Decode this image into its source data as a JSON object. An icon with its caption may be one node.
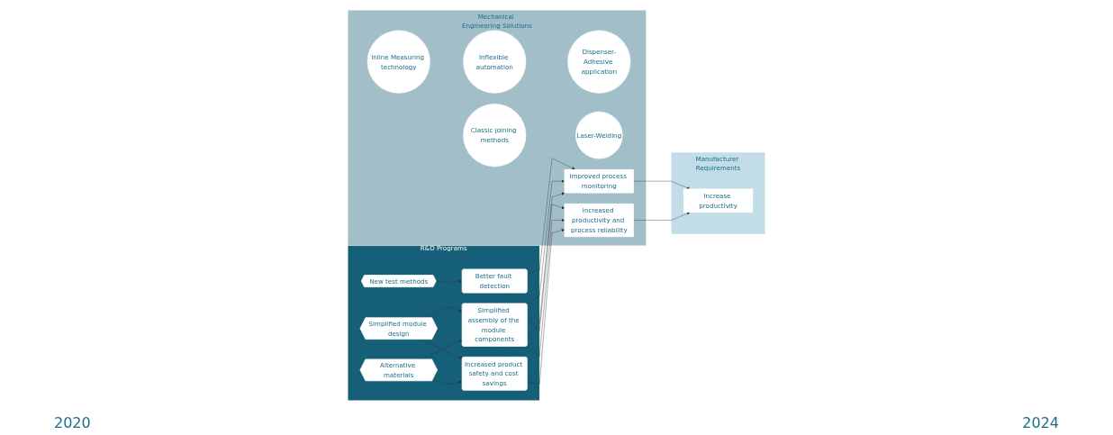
{
  "diagram": {
    "nodes": [
      {
        "text": [
          "Manufacturer Requirements"
        ]
      },
      {
        "text": [
          "Increase productivity"
        ],
        "in": 0
      },
      {
        "text": [
          "Mechanical Engineering Solutions"
        ]
      },
      {
        "text": [
          "Inline Measuring technology"
        ],
        "in": 2
      },
      {
        "text": [
          "Inflexible automation"
        ],
        "in": 2
      },
      {
        "text": [
          "Dispenser-Adhesive application"
        ],
        "in": 2
      },
      {
        "text": [
          "Classic joining methods"
        ],
        "in": 2
      },
      {
        "text": [
          "Laser-Welding"
        ],
        "in": 2
      },
      {
        "text": [
          "Improved process monitoring"
        ],
        "in": 2
      },
      {
        "text": [
          "Increased productivity and process reliability"
        ],
        "in": 2
      },
      {
        "text": [
          "R&D Programs"
        ]
      },
      {
        "text": [
          "New test methods"
        ],
        "in": 10
      },
      {
        "text": [
          "Simplified module design"
        ],
        "in": 10
      },
      {
        "text": [
          "Alternative materials"
        ],
        "in": 10
      },
      {
        "text": [
          "Better fault detection"
        ],
        "in": 10
      },
      {
        "text": [
          "Simplified assembly of the module components"
        ],
        "in": 10
      },
      {
        "text": [
          "Increased product safety and cost savings"
        ],
        "in": 10
      }
    ],
    "edges": [
      {
        "from": 11,
        "to": 14,
        "arrow": "to"
      },
      {
        "from": 12,
        "to": 15,
        "arrow": "to"
      },
      {
        "from": 12,
        "to": 16,
        "arrow": "to"
      },
      {
        "from": 13,
        "to": 15,
        "arrow": "to"
      },
      {
        "from": 13,
        "to": 16,
        "arrow": "to"
      },
      {
        "from": 14,
        "to": 8,
        "arrow": "to"
      },
      {
        "from": 14,
        "to": 9,
        "arrow": "to"
      },
      {
        "from": 15,
        "to": 8,
        "arrow": "to"
      },
      {
        "from": 15,
        "to": 9,
        "arrow": "to"
      },
      {
        "from": 16,
        "to": 8,
        "arrow": "to"
      },
      {
        "from": 16,
        "to": 9,
        "arrow": "to"
      },
      {
        "from": 8,
        "to": 1,
        "arrow": "to"
      },
      {
        "from": 9,
        "to": 1,
        "arrow": "to"
      }
    ],
    "labels": [
      "2020",
      "2024"
    ]
  }
}
